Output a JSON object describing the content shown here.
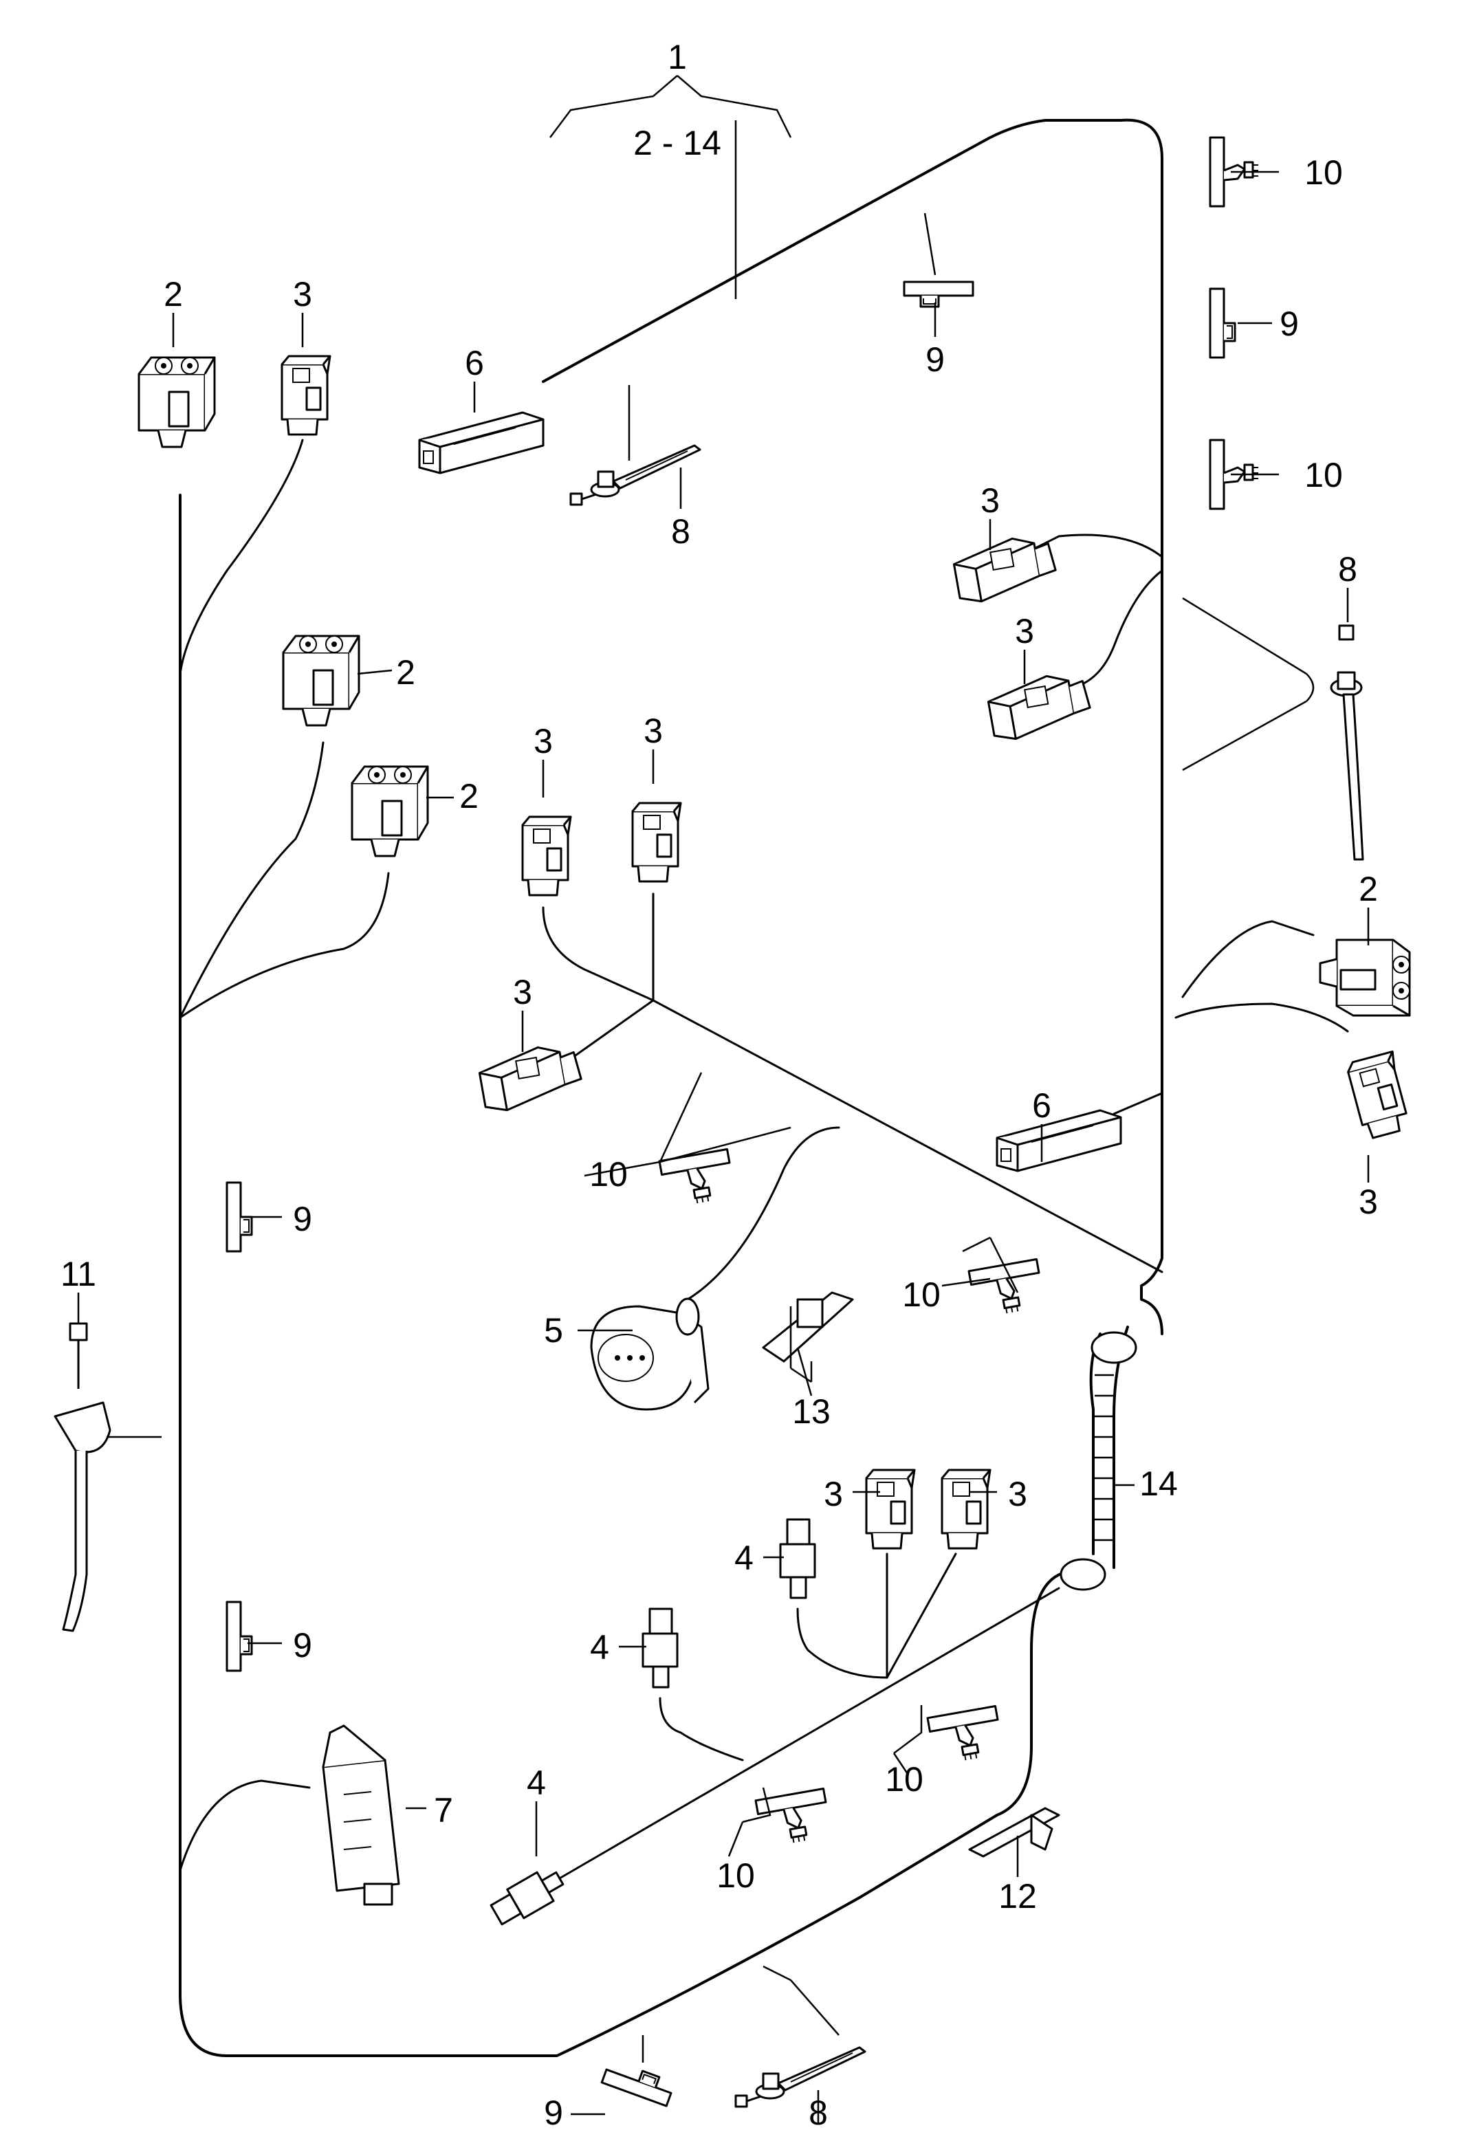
{
  "callouts": {
    "c1": "1",
    "c2_14": "2 - 14",
    "c2a": "2",
    "c2b": "2",
    "c2c": "2",
    "c2d": "2",
    "c3a": "3",
    "c3b": "3",
    "c3c": "3",
    "c3d": "3",
    "c3e": "3",
    "c3f": "3",
    "c3g": "3",
    "c3h": "3",
    "c3i": "3",
    "c4a": "4",
    "c4b": "4",
    "c4c": "4",
    "c5": "5",
    "c6a": "6",
    "c6b": "6",
    "c7": "7",
    "c8a": "8",
    "c8b": "8",
    "c8c": "8",
    "c9a": "9",
    "c9b": "9",
    "c9c": "9",
    "c9d": "9",
    "c9e": "9",
    "c10a": "10",
    "c10b": "10",
    "c10c": "10",
    "c10d": "10",
    "c10e": "10",
    "c10f": "10",
    "c11": "11",
    "c12": "12",
    "c13": "13",
    "c14": "14"
  }
}
